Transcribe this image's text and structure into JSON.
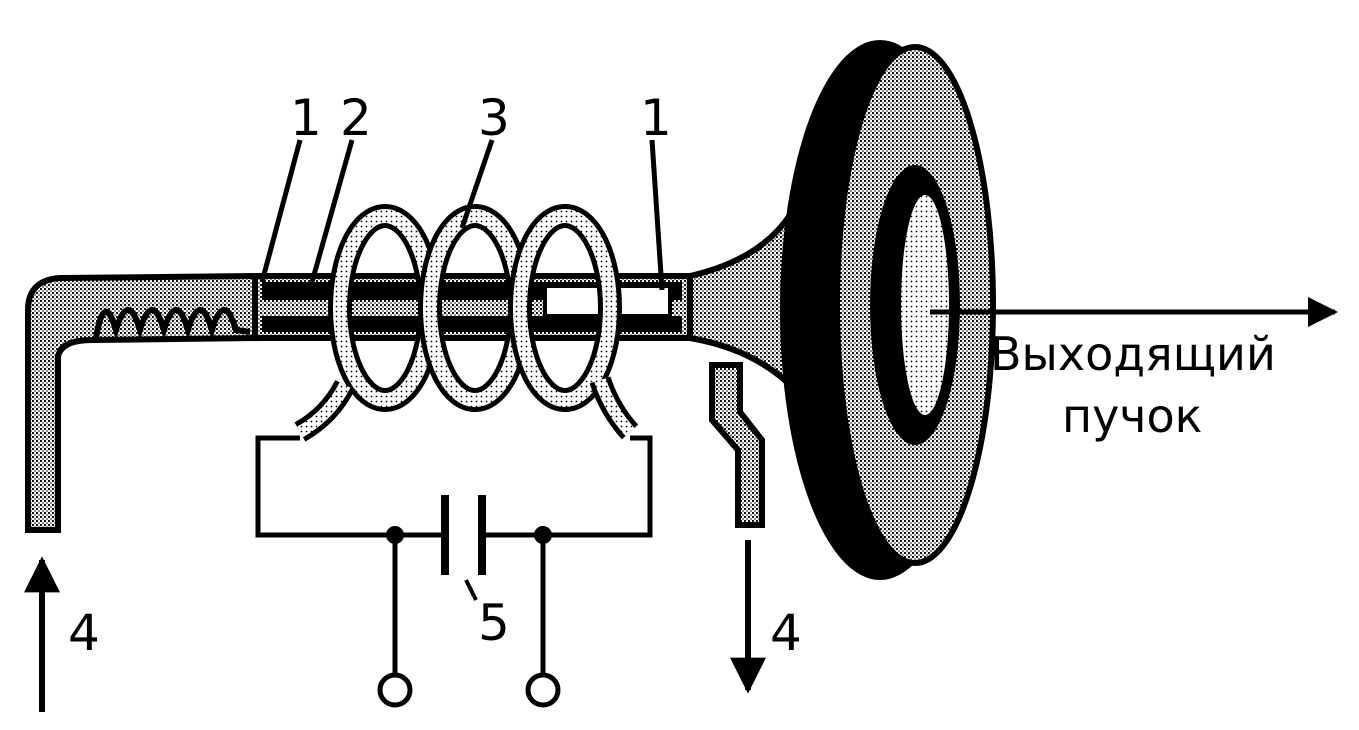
{
  "labels": {
    "tube_left": "1",
    "heater_layer": "2",
    "coil": "3",
    "tube_right": "1",
    "capacitor": "5",
    "flow_in": "4",
    "flow_out": "4"
  },
  "output_beam": {
    "line1": "Выходящий",
    "line2": "пучок"
  },
  "colors": {
    "ink": "#000000",
    "shade": "#9a9a9a",
    "light_shade": "#d2d2d2",
    "paper": "#ffffff"
  }
}
